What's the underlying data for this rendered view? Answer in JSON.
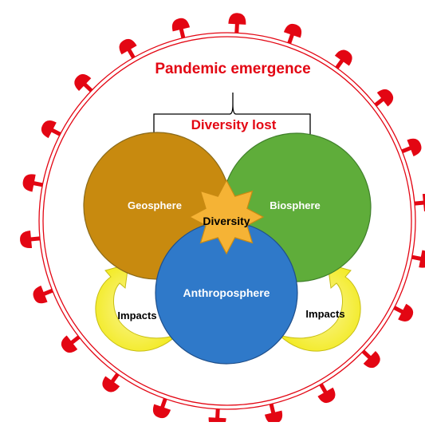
{
  "diagram": {
    "title": "Pandemic emergence",
    "subtitle": "Diversity lost",
    "spheres": {
      "geosphere": "Geosphere",
      "biosphere": "Biosphere",
      "anthroposphere": "Anthroposphere"
    },
    "center_label": "Diversity",
    "impacts_left": "Impacts",
    "impacts_right": "Impacts"
  },
  "colors": {
    "virus_red": "#e30613",
    "geosphere": "#c88a0f",
    "biosphere": "#5fad3a",
    "anthroposphere": "#2f79c9",
    "star": "#f5b335",
    "arrow": "#f2ea1c"
  },
  "icons": {
    "spike": "virus-spike-icon",
    "star": "star-icon",
    "arrow": "curved-arrow-icon"
  }
}
